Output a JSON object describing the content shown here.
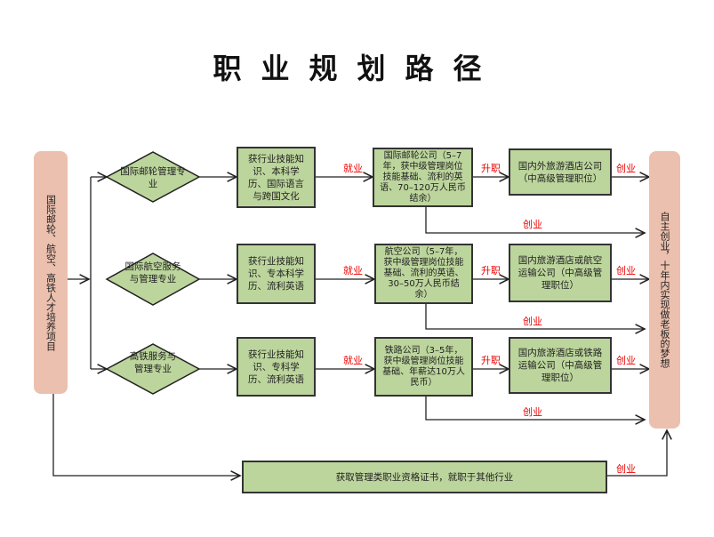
{
  "title": "职业规划路径",
  "left": "国际邮轮、航空、高铁人才培养项目",
  "right": "自主创业，十年内实现做老板的梦想",
  "rows": [
    {
      "major": "国际邮轮管理专业",
      "skills": "获行业技能知识、本科学历、国际语言与跨国文化",
      "company": "国际邮轮公司（5–7年，获中级管理岗位技能基础、流利的英语、70–120万人民币结余）",
      "promotion": "国内外旅游酒店公司（中高级管理职位）"
    },
    {
      "major": "国际航空服务与管理专业",
      "skills": "获行业技能知识、专本科学历、流利英语",
      "company": "航空公司（5–7年，获中级管理岗位技能基础、流利的英语、30–50万人民币结余）",
      "promotion": "国内旅游酒店或航空运输公司（中高级管理职位）"
    },
    {
      "major": "高铁服务与管理专业",
      "skills": "获行业技能知识、专科学历、流利英语",
      "company": "铁路公司（3–5年，获中级管理岗位技能基础、年薪达10万人民币）",
      "promotion": "国内旅游酒店或铁路运输公司（中高级管理职位）"
    }
  ],
  "bottom": "获取管理类职业资格证书，就职于其他行业",
  "labels": {
    "employ": "就业",
    "promote": "升职",
    "startup": "创业"
  },
  "colors": {
    "box": "#bcd59c",
    "side": "#ecc0ae",
    "label": "#e00000"
  }
}
